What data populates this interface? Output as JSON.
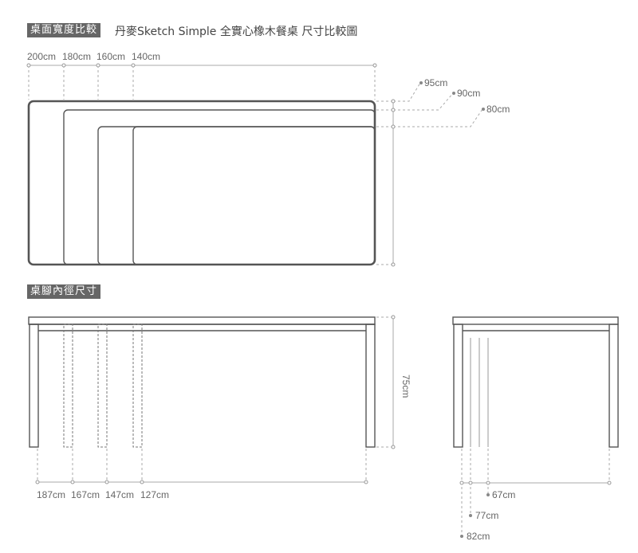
{
  "header": {
    "tag": "桌面寬度比較",
    "title": "丹麥Sketch Simple 全實心橡木餐桌 尺寸比較圖"
  },
  "section2": {
    "tag": "桌腳內徑尺寸"
  },
  "top_view": {
    "widths": [
      "200cm",
      "180cm",
      "160cm",
      "140cm"
    ],
    "depths": [
      "95cm",
      "90cm",
      "80cm"
    ]
  },
  "front_view": {
    "height": "75cm",
    "leg_spacings": [
      "187cm",
      "167cm",
      "147cm",
      "127cm"
    ]
  },
  "side_view": {
    "leg_spacings": [
      "67cm",
      "77cm",
      "82cm"
    ]
  },
  "colors": {
    "tag_bg": "#666666",
    "table_outline": "#555555",
    "dim_line": "#aaaaaa"
  }
}
